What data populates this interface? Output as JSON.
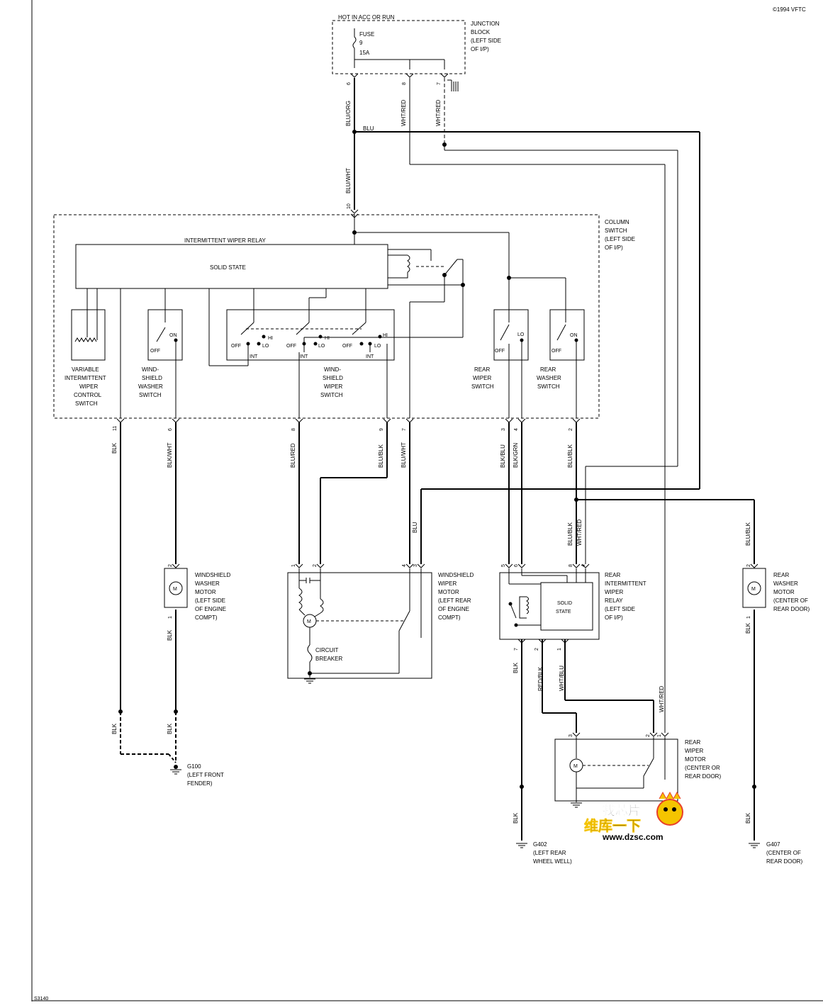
{
  "copyright": "©1994 VFTC",
  "page_code": "S3140",
  "colors": {
    "line": "#000000",
    "watermark_red": "#e8402a",
    "watermark_yellow": "#f5c400",
    "watermark_pink": "#e0368a"
  },
  "junction": {
    "label_lines": [
      "JUNCTION",
      "BLOCK",
      "(LEFT SIDE",
      "OF I/P)"
    ],
    "hot": "HOT IN ACC OR RUN",
    "fuse_lines": [
      "FUSE",
      "9",
      "15A"
    ],
    "pins": [
      "6",
      "8",
      "7"
    ]
  },
  "wires": {
    "blu_org": "BLU/ORG",
    "wht_red": "WHT/RED",
    "blu": "BLU",
    "blu_wht": "BLU/WHT",
    "blk": "BLK",
    "blk_wht": "BLK/WHT",
    "blu_red": "BLU/RED",
    "blu_blk": "BLU/BLK",
    "blk_blu": "BLK/BLU",
    "blk_grn": "BLK/GRN",
    "red_blk": "RED/BLK",
    "wht_blu": "WHT/BLU"
  },
  "column": {
    "label_lines": [
      "COLUMN",
      "SWITCH",
      "(LEFT SIDE",
      "OF I/P)"
    ],
    "input_pin": "10",
    "relay": "INTERMITTENT WIPER RELAY",
    "solid_state": "SOLID STATE",
    "pins": [
      "11",
      "6",
      "8",
      "9",
      "7",
      "3",
      "4",
      "2"
    ]
  },
  "switches": {
    "variable": [
      "VARIABLE",
      "INTERMITTENT",
      "WIPER",
      "CONTROL",
      "SWITCH"
    ],
    "washer": [
      "WIND-",
      "SHIELD",
      "WASHER",
      "SWITCH"
    ],
    "wiper": [
      "WIND-",
      "SHIELD",
      "WIPER",
      "SWITCH"
    ],
    "rear_wiper": [
      "REAR",
      "WIPER",
      "SWITCH"
    ],
    "rear_washer": [
      "REAR",
      "WASHER",
      "SWITCH"
    ],
    "off": "OFF",
    "on": "ON",
    "int": "INT",
    "lo": "LO",
    "hi": "HI"
  },
  "components": {
    "ws_washer_motor": [
      "WINDSHIELD",
      "WASHER",
      "MOTOR",
      "(LEFT SIDE",
      "OF ENGINE",
      "COMPT)"
    ],
    "ws_wiper_motor": [
      "WINDSHIELD",
      "WIPER",
      "MOTOR",
      "(LEFT REAR",
      "OF ENGINE",
      "COMPT)"
    ],
    "rear_relay": [
      "REAR",
      "INTERMITTENT",
      "WIPER",
      "RELAY",
      "(LEFT SIDE",
      "OF I/P)"
    ],
    "rear_washer_motor": [
      "REAR",
      "WASHER",
      "MOTOR",
      "(CENTER OF",
      "REAR DOOR)"
    ],
    "rear_wiper_motor": [
      "REAR",
      "WIPER",
      "MOTOR",
      "(CENTER OR",
      "REAR DOOR)"
    ],
    "circuit_breaker": [
      "CIRCUIT",
      "BREAKER"
    ],
    "motor_symbol": "M",
    "solid_state_lines": [
      "SOLID",
      "STATE"
    ]
  },
  "grounds": {
    "g100": [
      "G100",
      "(LEFT FRONT",
      "FENDER)"
    ],
    "g402": [
      "G402",
      "(LEFT REAR",
      "WHEEL WELL)"
    ],
    "g407": [
      "G407",
      "(CENTER OF",
      "REAR DOOR)"
    ]
  },
  "watermark": {
    "line1": "找芯片",
    "line2": "维库一下",
    "url": "www.dzsc.com"
  }
}
